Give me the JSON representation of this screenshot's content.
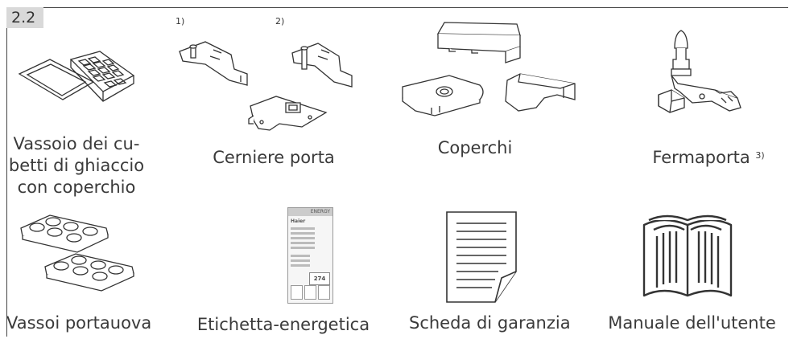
{
  "section": {
    "number": "2.2"
  },
  "notes": {
    "hinge_1": "1)",
    "hinge_2": "2)"
  },
  "items": [
    {
      "label_lines": [
        "Vassoio dei cu-",
        "betti di ghiaccio",
        "con coperchio"
      ],
      "icon": "ice-cube-tray-with-lid-icon"
    },
    {
      "label": "Cerniere porta",
      "icon": "door-hinges-icon"
    },
    {
      "label": "Coperchi",
      "icon": "covers-icon"
    },
    {
      "label": "Fermaporta",
      "footnote": "3)",
      "icon": "door-stopper-icon"
    },
    {
      "label": "Vassoi portauova",
      "icon": "egg-trays-icon"
    },
    {
      "label": "Etichetta-energetica",
      "icon": "energy-label-icon"
    },
    {
      "label": "Scheda di garanzia",
      "icon": "warranty-card-icon"
    },
    {
      "label": "Manuale dell'utente",
      "icon": "user-manual-icon"
    }
  ],
  "energy_label": {
    "header": "ENERGY",
    "brand": "Haier",
    "consumption": "274"
  }
}
